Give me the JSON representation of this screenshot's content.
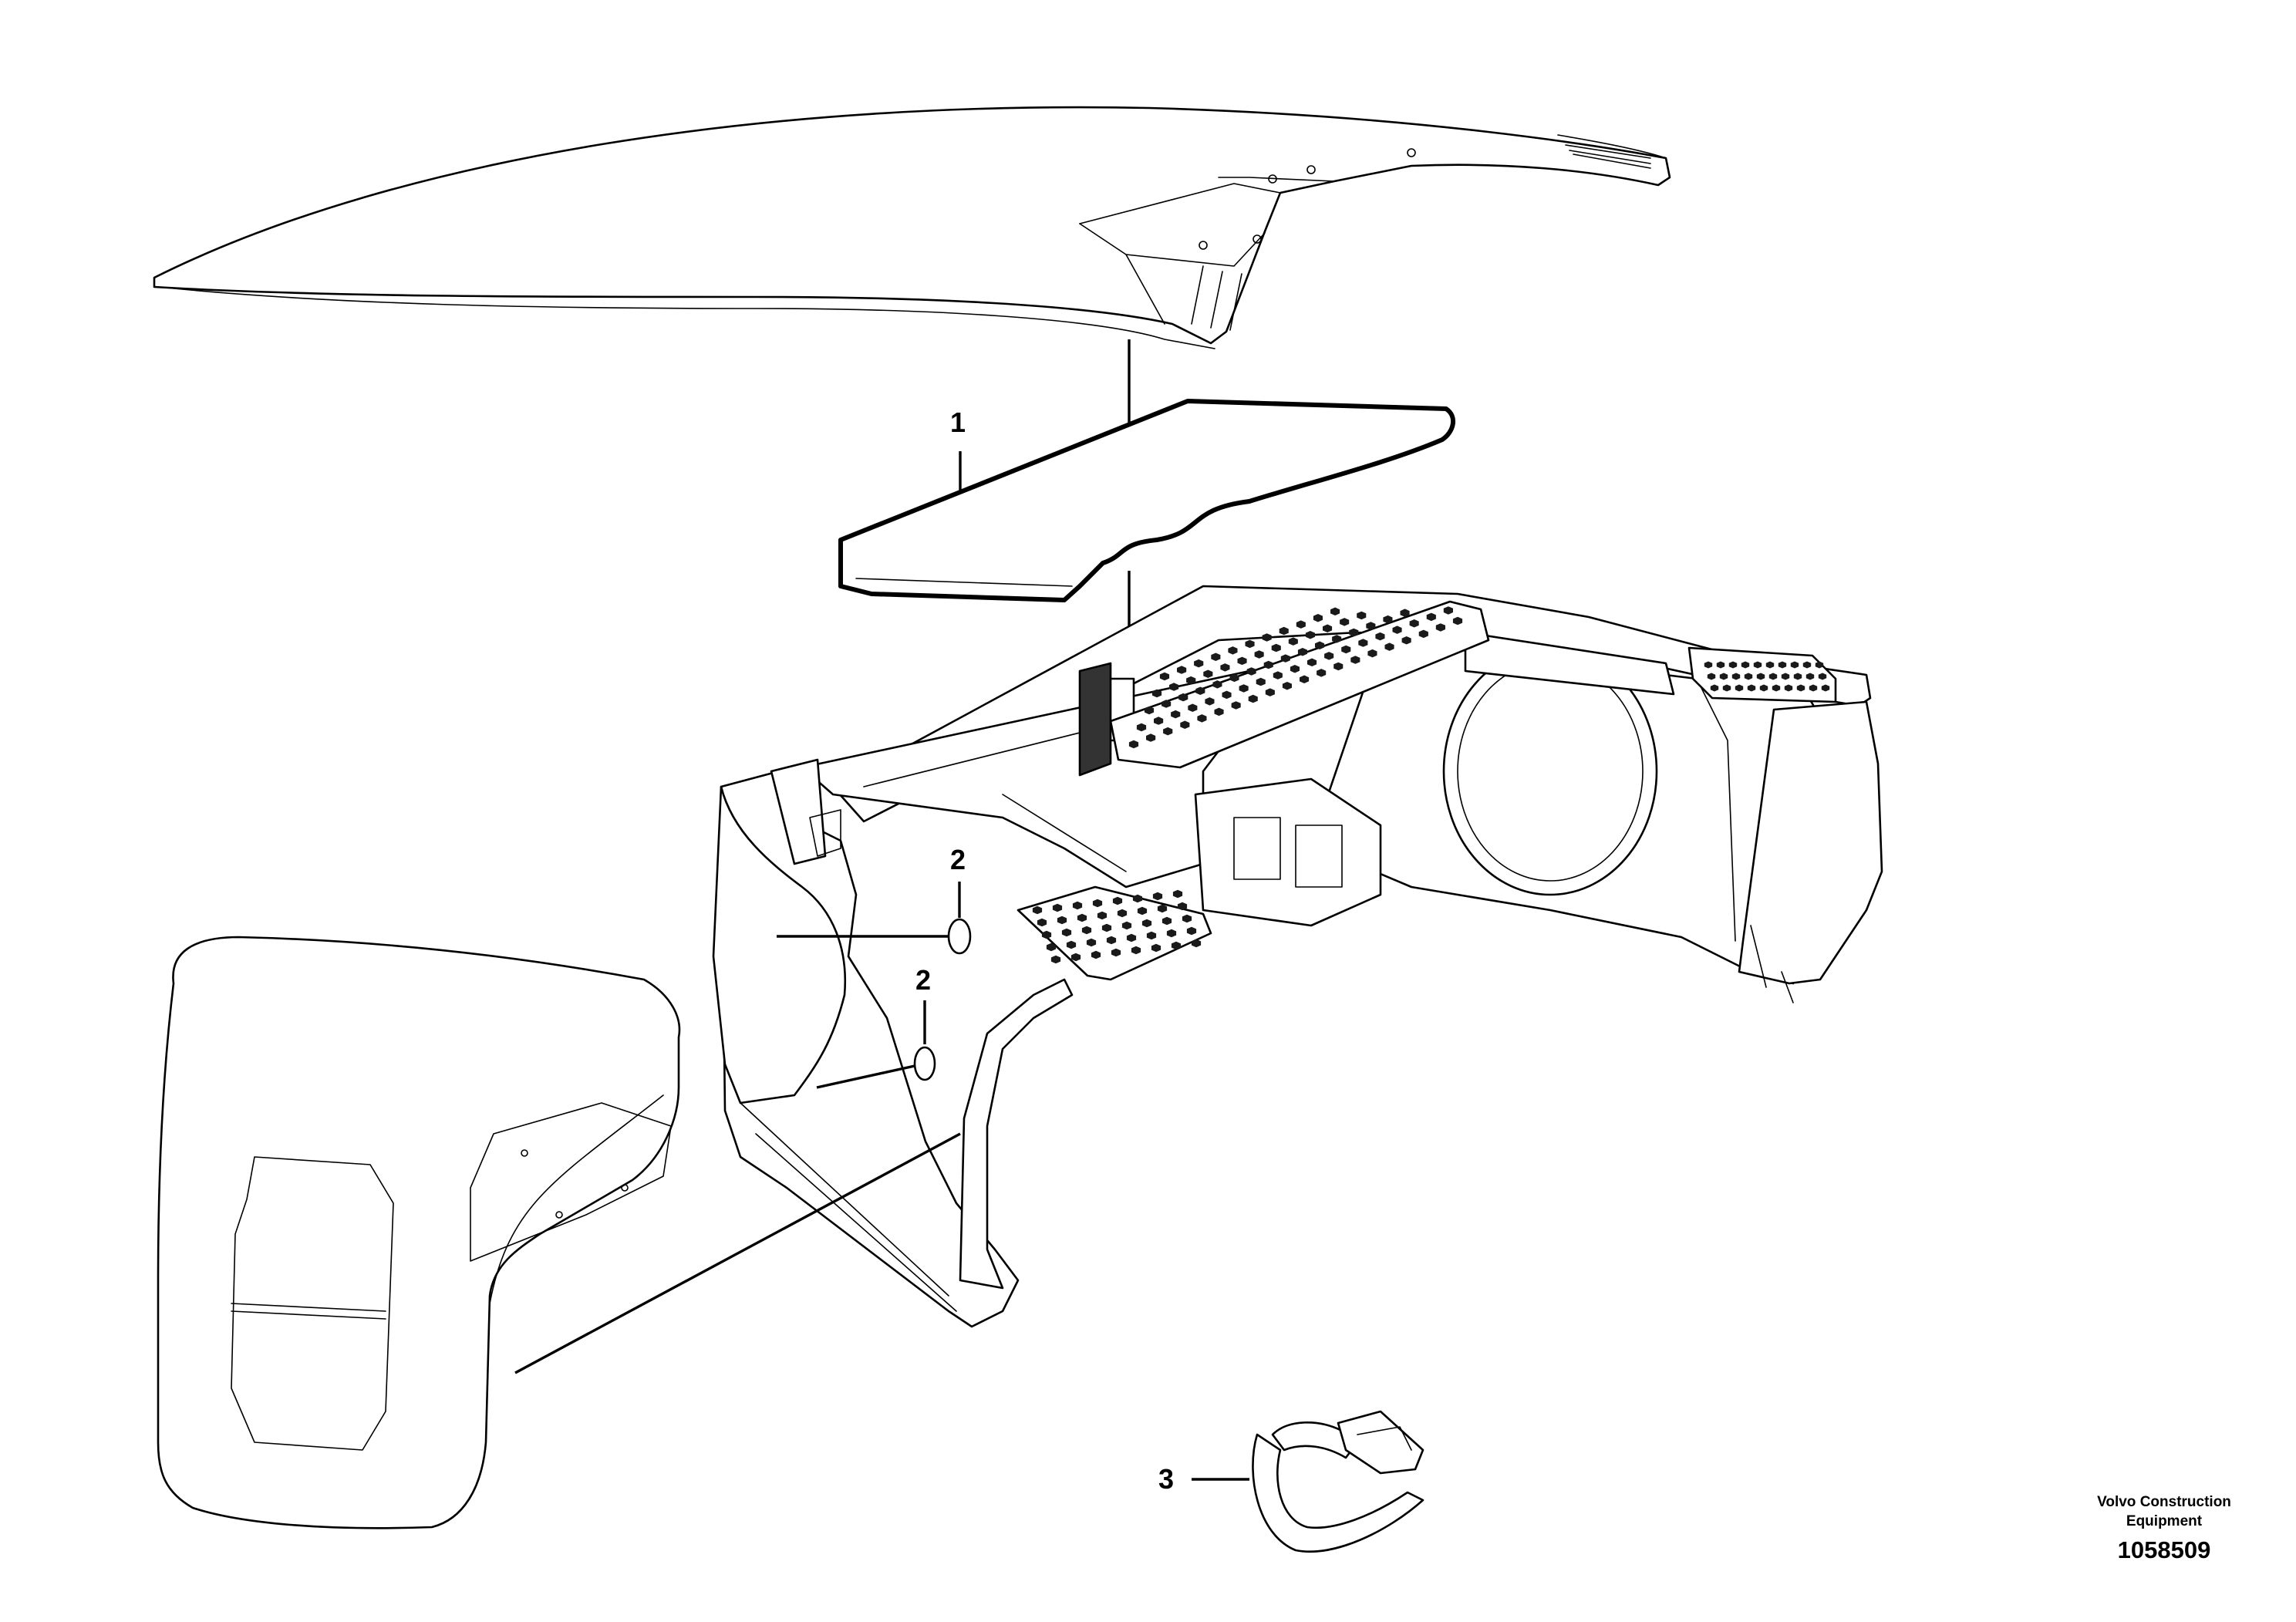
{
  "callouts": [
    {
      "id": "1",
      "label": "1"
    },
    {
      "id": "2a",
      "label": "2"
    },
    {
      "id": "2b",
      "label": "2"
    },
    {
      "id": "3",
      "label": "3"
    }
  ],
  "footer": {
    "company_line1": "Volvo Construction",
    "company_line2": "Equipment",
    "drawing_number": "1058509"
  },
  "colors": {
    "line": "#000000",
    "background": "#ffffff"
  }
}
